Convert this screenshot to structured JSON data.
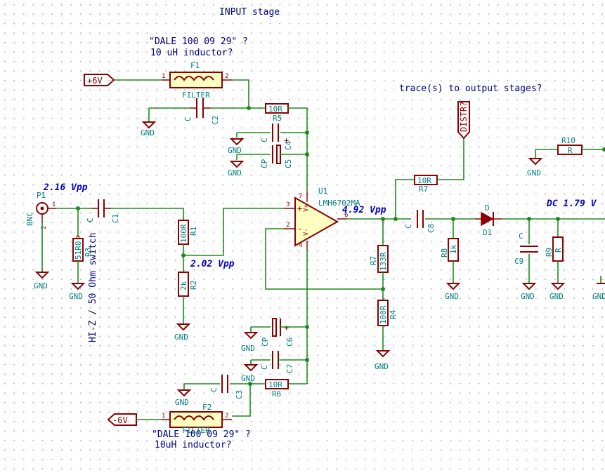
{
  "notes": {
    "input_stage": "INPUT stage",
    "f1_note_1": "\"DALE 100 09 29\" ?",
    "f1_note_2": "10 uH inductor?",
    "f2_note_1": "\"DALE 100 09 29\" ?",
    "f2_note_2": "10uH inductor?",
    "output_trace": "trace(s) to output stages?",
    "switch_note": "HI-Z / 50 Ohm switch"
  },
  "measurements": {
    "input_vpp": "2.16 Vpp",
    "divider_vpp": "2.02 Vpp",
    "opamp_out_vpp": "4.92 Vpp",
    "dc_out": "DC 1.79 V"
  },
  "labels": {
    "pos_supply": "+6V",
    "neg_supply": "-6V",
    "distr": "DISTR?"
  },
  "components": {
    "p1": {
      "ref": "P1",
      "value": "BNC"
    },
    "f1": {
      "ref": "F1",
      "value": "FILTER"
    },
    "f2": {
      "ref": "F2",
      "value": "FILTER"
    },
    "c1": {
      "ref": "C1",
      "value": "C"
    },
    "c2": {
      "ref": "C2",
      "value": "C"
    },
    "c3": {
      "ref": "C3",
      "value": "C"
    },
    "c4": {
      "ref": "C4",
      "value": "C"
    },
    "c5": {
      "ref": "C5",
      "value": "CP"
    },
    "c6": {
      "ref": "C6",
      "value": "CP"
    },
    "c7": {
      "ref": "C7",
      "value": "C"
    },
    "c8": {
      "ref": "C8",
      "value": "C"
    },
    "c9": {
      "ref": "C9",
      "value": "C"
    },
    "r1": {
      "ref": "R1",
      "value": "100R"
    },
    "r2": {
      "ref": "R2",
      "value": "2k"
    },
    "r3": {
      "ref": "R3",
      "value": "51R0"
    },
    "r4": {
      "ref": "R4",
      "value": "100R"
    },
    "r5": {
      "ref": "R5",
      "value": "10R"
    },
    "r6": {
      "ref": "R6",
      "value": "10R"
    },
    "r7": {
      "ref": "R7",
      "value": "10R"
    },
    "r7b": {
      "ref": "R7",
      "value": "133R"
    },
    "r8": {
      "ref": "R8",
      "value": "1k"
    },
    "r9": {
      "ref": "R9",
      "value": "R"
    },
    "r10": {
      "ref": "R10",
      "value": "R"
    },
    "u1": {
      "ref": "U1",
      "value": "LMH6702MA"
    },
    "d1": {
      "ref": "D1",
      "value": "D"
    }
  },
  "pins": {
    "one": "1",
    "two": "2",
    "three": "3",
    "four": "4",
    "six": "6",
    "seven": "7",
    "vplus": "V+",
    "vminus": "V-",
    "plus": "+",
    "minus": "-"
  },
  "gnd": "GND"
}
